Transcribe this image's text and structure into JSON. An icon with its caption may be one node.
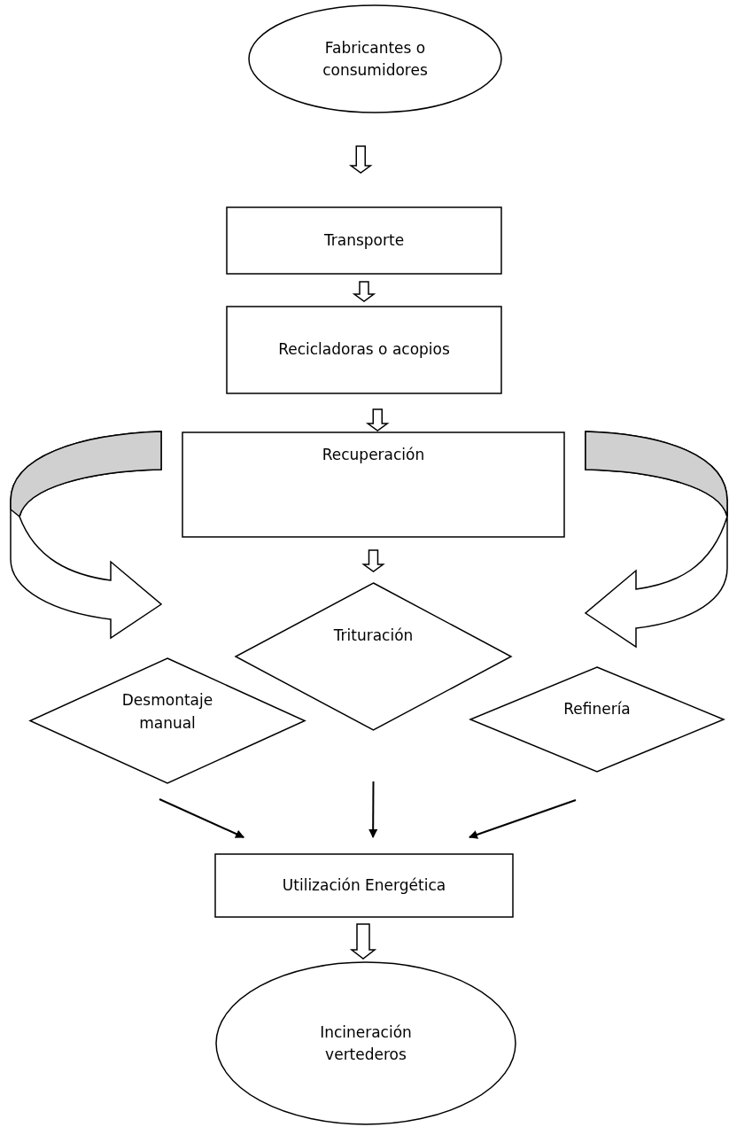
{
  "diagram": {
    "nodes": [
      {
        "text": [
          "Fabricantes o consumidores"
        ]
      },
      {
        "text": [
          "Transporte"
        ]
      },
      {
        "text": [
          "Recicladoras o acopios"
        ]
      },
      {
        "text": [
          "Recuperación"
        ]
      },
      {
        "text": [
          "Trituración"
        ]
      },
      {
        "text": [
          "Desmontaje manual"
        ]
      },
      {
        "text": [
          "Refinería"
        ]
      },
      {
        "text": [
          "Utilización Energética"
        ]
      },
      {
        "text": [
          "Incineración vertederos"
        ]
      }
    ],
    "edges": [
      {
        "from": 0,
        "to": 1,
        "arrow": "to"
      },
      {
        "from": 1,
        "to": 2,
        "arrow": "to"
      },
      {
        "from": 2,
        "to": 3,
        "arrow": "to"
      },
      {
        "from": 3,
        "to": 4,
        "arrow": "to"
      },
      {
        "from": 3,
        "to": 5,
        "arrow": "to"
      },
      {
        "from": 3,
        "to": 6,
        "arrow": "to"
      },
      {
        "from": 5,
        "to": 7,
        "arrow": "to"
      },
      {
        "from": 4,
        "to": 7,
        "arrow": "to"
      },
      {
        "from": 6,
        "to": 7,
        "arrow": "to"
      },
      {
        "from": 7,
        "to": 8,
        "arrow": "to"
      }
    ]
  }
}
